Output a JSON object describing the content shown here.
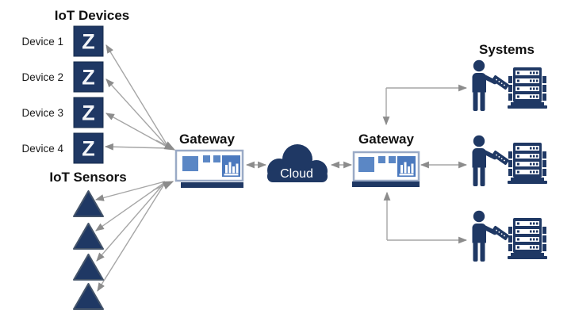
{
  "diagram": {
    "titles": {
      "iot_devices": "IoT Devices",
      "iot_sensors": "IoT Sensors",
      "systems": "Systems"
    },
    "devices": [
      {
        "label": "Device 1",
        "glyph": "Z"
      },
      {
        "label": "Device 2",
        "glyph": "Z"
      },
      {
        "label": "Device 3",
        "glyph": "Z"
      },
      {
        "label": "Device 4",
        "glyph": "Z"
      }
    ],
    "sensors": {
      "count": 4
    },
    "gateways": {
      "left_label": "Gateway",
      "right_label": "Gateway"
    },
    "cloud": {
      "label": "Cloud"
    },
    "systems": {
      "rows": 3
    },
    "colors": {
      "navy": "#1F3864",
      "blue": "#5B87C5",
      "panel_blue": "#4B79BE",
      "gateway_border": "#9AAAC6",
      "arrow_line": "#A6A6A6",
      "arrow_head": "#8C8C8C"
    }
  }
}
